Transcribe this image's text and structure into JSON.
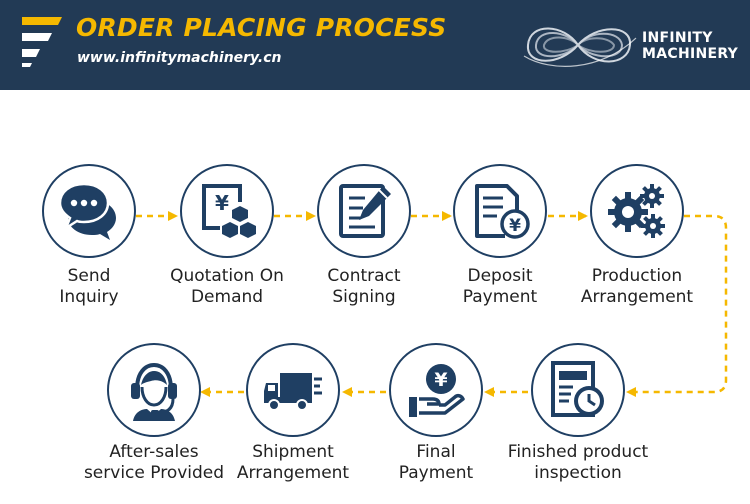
{
  "header": {
    "title": "ORDER PLACING PROCESS",
    "url": "www.infinitymachinery.cn"
  },
  "logo": {
    "line1": "INFINITY",
    "line2": "MACHINERY"
  },
  "colors": {
    "header_bg": "#223a55",
    "accent": "#f5b800",
    "icon": "#1f3f63"
  },
  "steps": [
    {
      "line1": "Send",
      "line2": "Inquiry",
      "icon": "chat-bubbles-icon"
    },
    {
      "line1": "Quotation On",
      "line2": "Demand",
      "icon": "yen-quotation-icon"
    },
    {
      "line1": "Contract",
      "line2": "Signing",
      "icon": "contract-pen-icon"
    },
    {
      "line1": "Deposit",
      "line2": "Payment",
      "icon": "deposit-document-icon"
    },
    {
      "line1": "Production",
      "line2": "Arrangement",
      "icon": "gears-icon"
    },
    {
      "line1": "Finished product",
      "line2": "inspection",
      "icon": "inspection-clock-icon"
    },
    {
      "line1": "Final",
      "line2": "Payment",
      "icon": "yen-hand-icon"
    },
    {
      "line1": "Shipment",
      "line2": "Arrangement",
      "icon": "truck-icon"
    },
    {
      "line1": "After-sales",
      "line2": "service Provided",
      "icon": "headset-agent-icon"
    }
  ]
}
